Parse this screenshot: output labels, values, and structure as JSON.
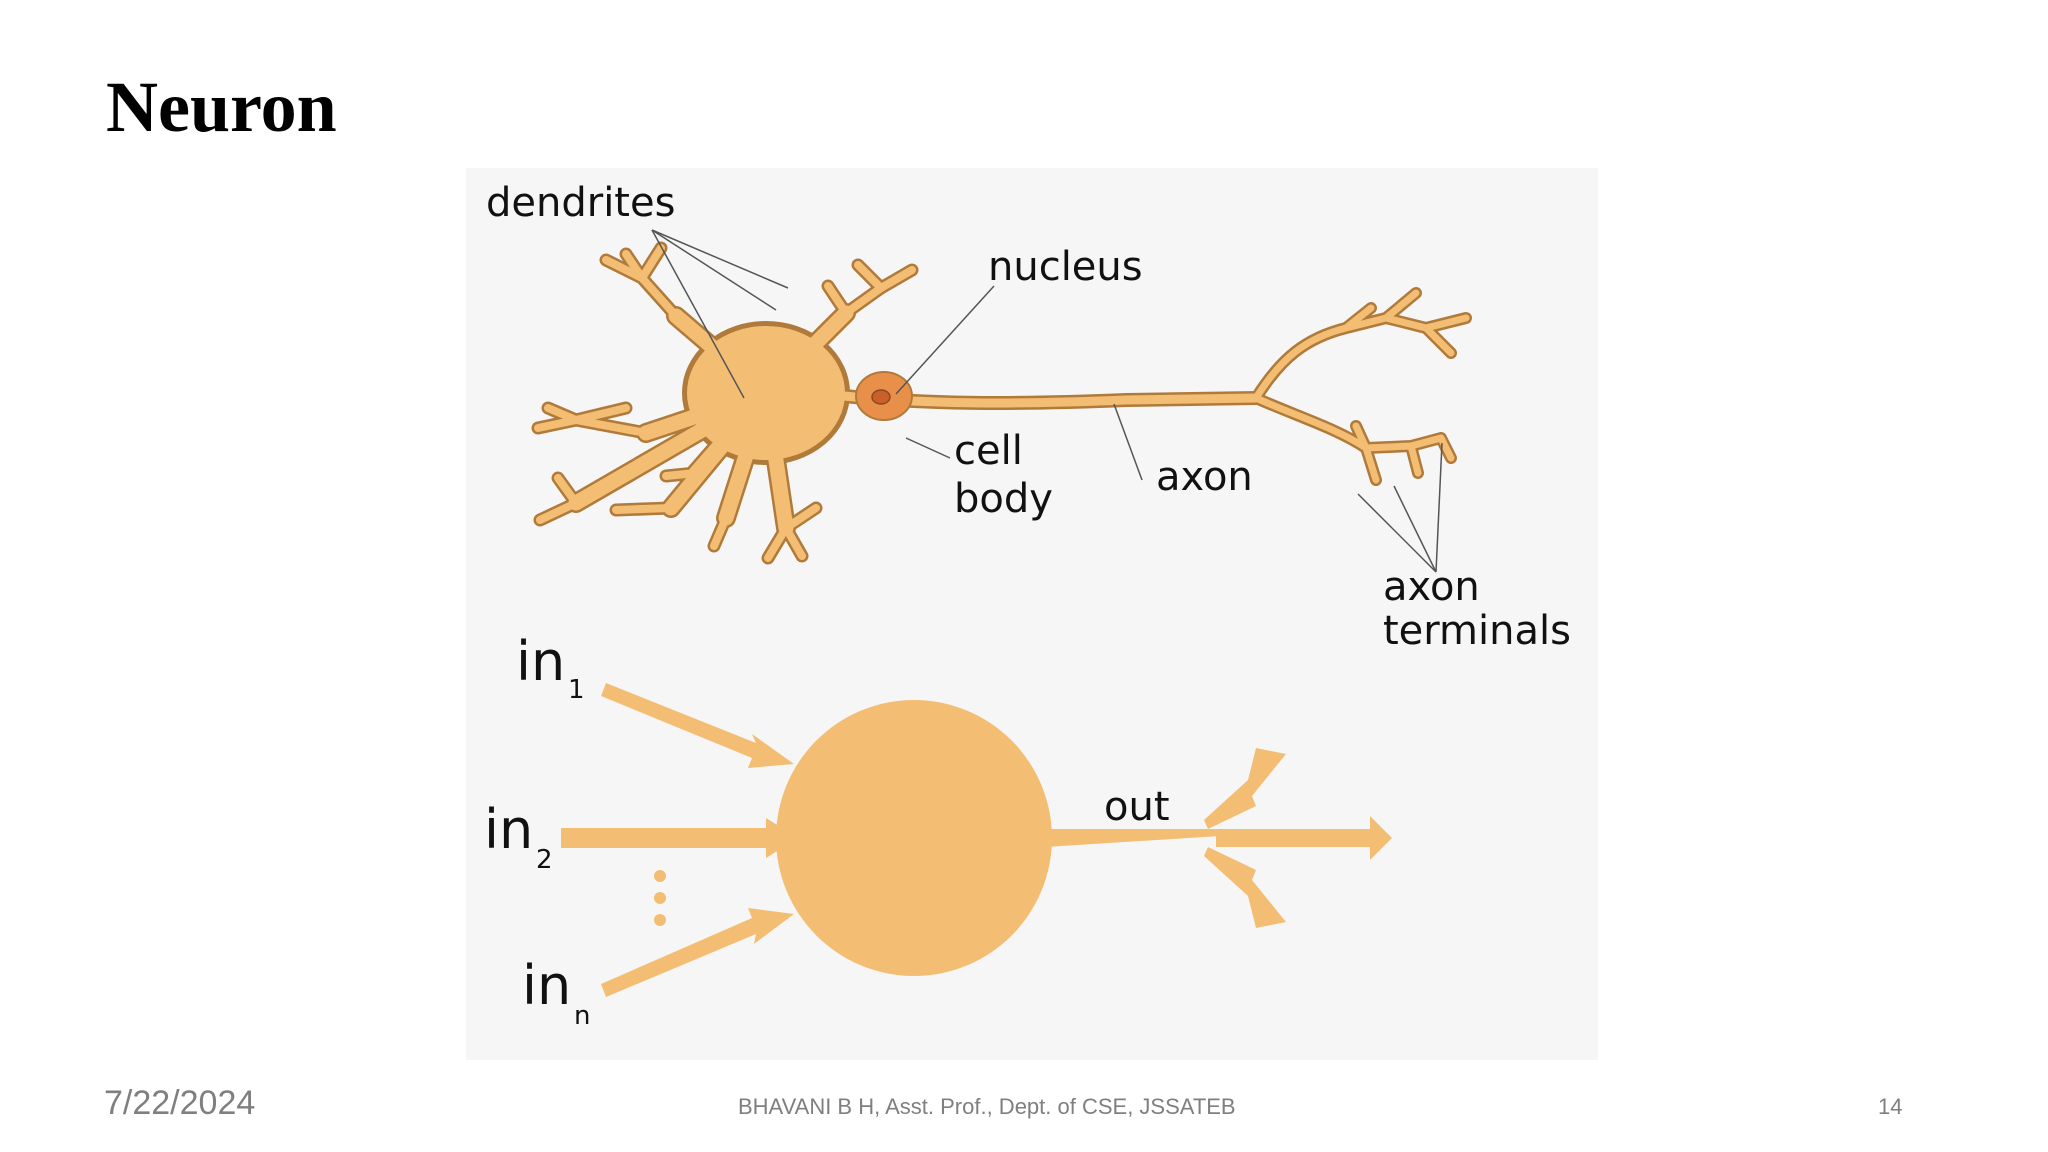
{
  "slide": {
    "title": "Neuron"
  },
  "diagram": {
    "labels": {
      "dendrites": "dendrites",
      "nucleus": "nucleus",
      "cell_line1": "cell",
      "cell_line2": "body",
      "axon": "axon",
      "terminals_line1": "axon",
      "terminals_line2": "terminals"
    },
    "model": {
      "in_prefix": "in",
      "in1_sub": "1",
      "in2_sub": "2",
      "inn_sub": "n",
      "out": "out"
    },
    "colors": {
      "neuron_fill": "#f3be73",
      "neuron_stroke": "#b07a3a",
      "nucleus_fill": "#e8904a",
      "nucleus_core": "#c9602a",
      "model_fill": "#f3be73",
      "background": "#f6f6f6"
    }
  },
  "footer": {
    "date": "7/22/2024",
    "author": "BHAVANI B H, Asst. Prof., Dept. of CSE, JSSATEB",
    "page": "14"
  }
}
